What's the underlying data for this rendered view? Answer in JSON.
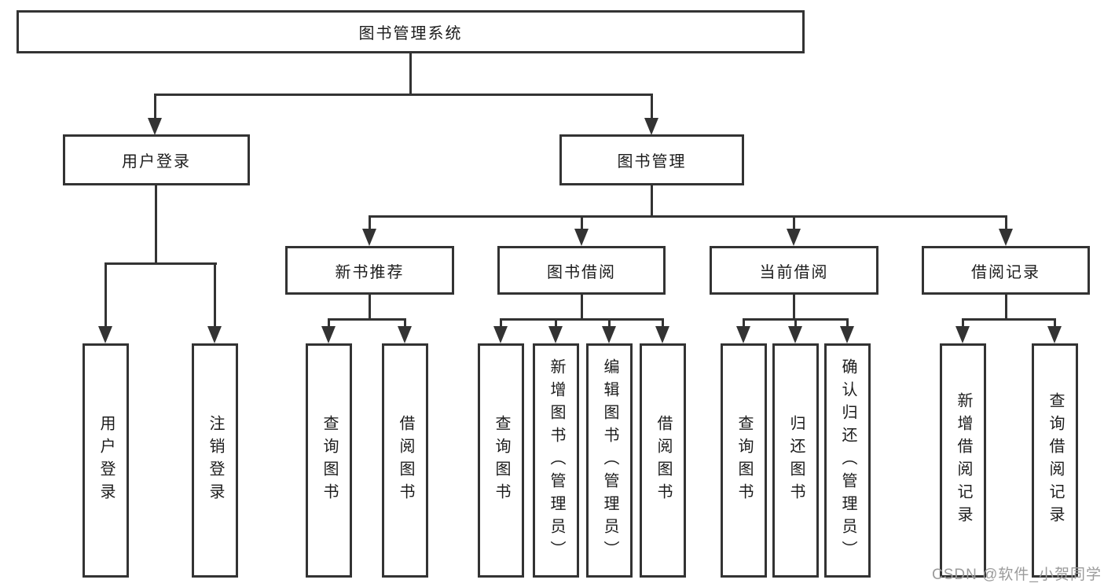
{
  "diagram": {
    "title": "图书管理系统",
    "root": {
      "label": "图书管理系统"
    },
    "level2": [
      {
        "label": "用户登录"
      },
      {
        "label": "图书管理"
      }
    ],
    "level3": [
      {
        "label": "新书推荐"
      },
      {
        "label": "图书借阅"
      },
      {
        "label": "当前借阅"
      },
      {
        "label": "借阅记录"
      }
    ],
    "leaves": {
      "user_login": [
        "用户登录",
        "注销登录"
      ],
      "new_book": [
        "查询图书",
        "借阅图书"
      ],
      "book_borrow": [
        "查询图书",
        "新增图书（管理员）",
        "编辑图书（管理员）",
        "借阅图书"
      ],
      "current_borrow": [
        "查询图书",
        "归还图书",
        "确认归还（管理员）"
      ],
      "borrow_record": [
        "新增借阅记录",
        "查询借阅记录"
      ]
    }
  },
  "watermark": "CSDN @软件_小贺同学",
  "colors": {
    "line": "#333333",
    "text": "#1c1c1c",
    "watermark": "#9b9b9b",
    "background": "#ffffff"
  }
}
